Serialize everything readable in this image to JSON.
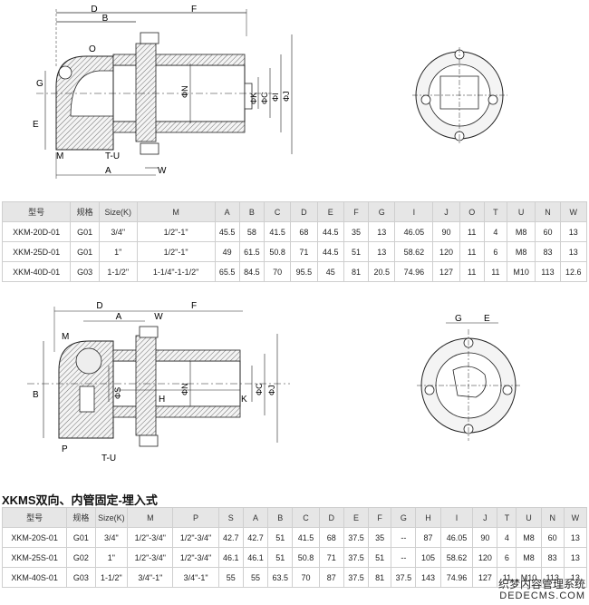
{
  "drawing1": {
    "labels": {
      "D": "D",
      "B": "B",
      "F": "F",
      "O": "O",
      "G": "G",
      "E": "E",
      "M": "M",
      "TU": "T-U",
      "A": "A",
      "W": "W",
      "N": "ΦN",
      "K": "ΦK",
      "C": "ΦC",
      "I": "ΦI",
      "J": "ΦJ"
    }
  },
  "table1": {
    "headers": [
      "型号",
      "规格",
      "Size(K)",
      "M",
      "A",
      "B",
      "C",
      "D",
      "E",
      "F",
      "G",
      "I",
      "J",
      "O",
      "T",
      "U",
      "N",
      "W"
    ],
    "rows": [
      [
        "XKM-20D-01",
        "G01",
        "3/4\"",
        "1/2\"-1\"",
        "45.5",
        "58",
        "41.5",
        "68",
        "44.5",
        "35",
        "13",
        "46.05",
        "90",
        "11",
        "4",
        "M8",
        "60",
        "13"
      ],
      [
        "XKM-25D-01",
        "G01",
        "1\"",
        "1/2\"-1\"",
        "49",
        "61.5",
        "50.8",
        "71",
        "44.5",
        "51",
        "13",
        "58.62",
        "120",
        "11",
        "6",
        "M8",
        "83",
        "13"
      ],
      [
        "XKM-40D-01",
        "G03",
        "1-1/2\"",
        "1-1/4\"-1-1/2\"",
        "65.5",
        "84.5",
        "70",
        "95.5",
        "45",
        "81",
        "20.5",
        "74.96",
        "127",
        "11",
        "11",
        "M10",
        "113",
        "12.6"
      ]
    ]
  },
  "drawing2": {
    "labels": {
      "D": "D",
      "A": "A",
      "W": "W",
      "F": "F",
      "M": "M",
      "B": "B",
      "S": "ΦS",
      "H": "H",
      "N": "ΦN",
      "K": "K",
      "C": "ΦC",
      "J": "ΦJ",
      "P": "P",
      "TU": "T-U",
      "G": "G",
      "E": "E"
    }
  },
  "section_title": "XKMS双向、内管固定-埋入式",
  "table2": {
    "headers": [
      "型号",
      "规格",
      "Size(K)",
      "M",
      "P",
      "S",
      "A",
      "B",
      "C",
      "D",
      "E",
      "F",
      "G",
      "H",
      "I",
      "J",
      "T",
      "U",
      "N",
      "W"
    ],
    "rows": [
      [
        "XKM-20S-01",
        "G01",
        "3/4\"",
        "1/2\"-3/4\"",
        "1/2\"-3/4\"",
        "42.7",
        "42.7",
        "51",
        "41.5",
        "68",
        "37.5",
        "35",
        "--",
        "87",
        "46.05",
        "90",
        "4",
        "M8",
        "60",
        "13"
      ],
      [
        "XKM-25S-01",
        "G02",
        "1\"",
        "1/2\"-3/4\"",
        "1/2\"-3/4\"",
        "46.1",
        "46.1",
        "51",
        "50.8",
        "71",
        "37.5",
        "51",
        "--",
        "105",
        "58.62",
        "120",
        "6",
        "M8",
        "83",
        "13"
      ],
      [
        "XKM-40S-01",
        "G03",
        "1-1/2\"",
        "3/4\"-1\"",
        "3/4\"-1\"",
        "55",
        "55",
        "63.5",
        "70",
        "87",
        "37.5",
        "81",
        "37.5",
        "143",
        "74.96",
        "127",
        "11",
        "M10",
        "113",
        "13"
      ]
    ]
  },
  "watermark": {
    "line1": "织梦内容管理系统",
    "line2": "DEDECMS.COM"
  }
}
